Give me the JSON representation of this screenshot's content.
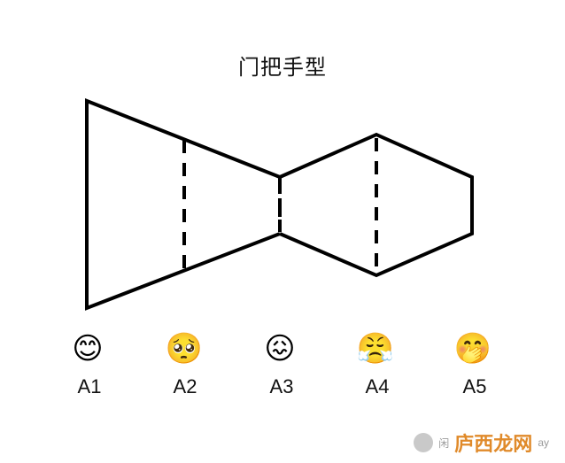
{
  "title": "门把手型",
  "labels": [
    "A1",
    "A2",
    "A3",
    "A4",
    "A5"
  ],
  "emojis": [
    {
      "name": "smile-face-icon",
      "glyph": "😊"
    },
    {
      "name": "pleading-face-icon",
      "glyph": "🥺"
    },
    {
      "name": "covering-mouth-face-icon",
      "glyph": "😖"
    },
    {
      "name": "headband-face-icon",
      "glyph": "😤"
    },
    {
      "name": "blushing-hand-face-icon",
      "glyph": "🤭"
    }
  ],
  "watermark": {
    "small_left": "闲",
    "small_right": "ay",
    "brand": "庐西龙网"
  }
}
